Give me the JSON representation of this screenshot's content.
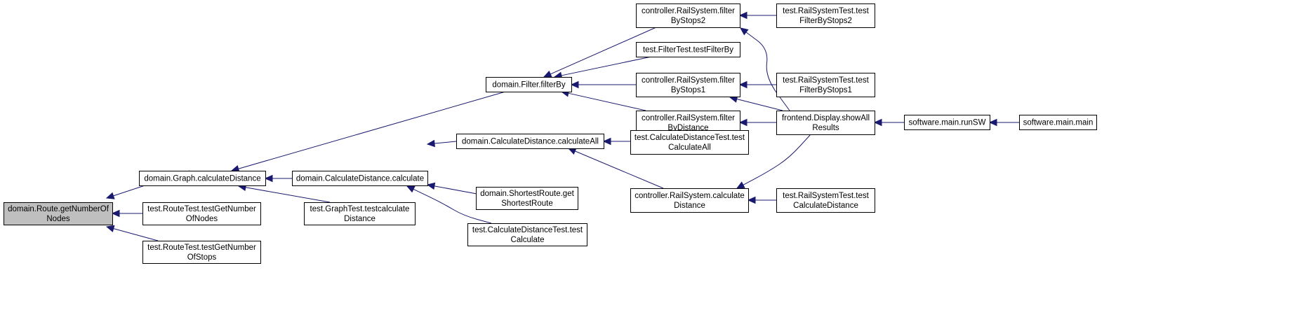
{
  "graph": {
    "focus_node": "domain.Route.getNumberOfNodes",
    "colors": {
      "edge": "#191970",
      "focus_fill": "#bfbfbf",
      "node_fill": "#ffffff",
      "node_border": "#000000"
    },
    "nodes": [
      {
        "id": "n0",
        "lines": [
          "domain.Route.getNumberOf",
          "Nodes"
        ]
      },
      {
        "id": "n1",
        "lines": [
          "domain.Graph.calculateDistance"
        ]
      },
      {
        "id": "n2",
        "lines": [
          "test.RouteTest.testGetNumber",
          "OfNodes"
        ]
      },
      {
        "id": "n3",
        "lines": [
          "test.RouteTest.testGetNumber",
          "OfStops"
        ]
      },
      {
        "id": "n4",
        "lines": [
          "domain.Filter.filterBy"
        ]
      },
      {
        "id": "n5",
        "lines": [
          "domain.CalculateDistance.calculate"
        ]
      },
      {
        "id": "n6",
        "lines": [
          "test.GraphTest.testcalculate",
          "Distance"
        ]
      },
      {
        "id": "n7",
        "lines": [
          "controller.RailSystem.filter",
          "ByStops2"
        ]
      },
      {
        "id": "n8",
        "lines": [
          "test.FilterTest.testFilterBy"
        ]
      },
      {
        "id": "n9",
        "lines": [
          "controller.RailSystem.filter",
          "ByStops1"
        ]
      },
      {
        "id": "n10",
        "lines": [
          "controller.RailSystem.filter",
          "ByDistance"
        ]
      },
      {
        "id": "n11",
        "lines": [
          "domain.CalculateDistance.calculateAll"
        ]
      },
      {
        "id": "n12",
        "lines": [
          "domain.ShortestRoute.get",
          "ShortestRoute"
        ]
      },
      {
        "id": "n13",
        "lines": [
          "test.CalculateDistanceTest.test",
          "Calculate"
        ]
      },
      {
        "id": "n14",
        "lines": [
          "test.CalculateDistanceTest.test",
          "CalculateAll"
        ]
      },
      {
        "id": "n15",
        "lines": [
          "controller.RailSystem.calculate",
          "Distance"
        ]
      },
      {
        "id": "n16",
        "lines": [
          "test.RailSystemTest.test",
          "FilterByStops2"
        ]
      },
      {
        "id": "n17",
        "lines": [
          "test.RailSystemTest.test",
          "FilterByStops1"
        ]
      },
      {
        "id": "n18",
        "lines": [
          "frontend.Display.showAll",
          "Results"
        ]
      },
      {
        "id": "n19",
        "lines": [
          "test.RailSystemTest.test",
          "CalculateDistance"
        ]
      },
      {
        "id": "n20",
        "lines": [
          "software.main.runSW"
        ]
      },
      {
        "id": "n21",
        "lines": [
          "software.main.main"
        ]
      }
    ],
    "edges": [
      {
        "from": "n1",
        "to": "n0"
      },
      {
        "from": "n2",
        "to": "n0"
      },
      {
        "from": "n3",
        "to": "n0"
      },
      {
        "from": "n4",
        "to": "n1"
      },
      {
        "from": "n5",
        "to": "n1"
      },
      {
        "from": "n6",
        "to": "n1"
      },
      {
        "from": "n7",
        "to": "n4"
      },
      {
        "from": "n8",
        "to": "n4"
      },
      {
        "from": "n9",
        "to": "n4"
      },
      {
        "from": "n10",
        "to": "n4"
      },
      {
        "from": "n11",
        "to": "n5"
      },
      {
        "from": "n12",
        "to": "n5"
      },
      {
        "from": "n13",
        "to": "n5"
      },
      {
        "from": "n14",
        "to": "n11"
      },
      {
        "from": "n15",
        "to": "n11"
      },
      {
        "from": "n16",
        "to": "n7"
      },
      {
        "from": "n18",
        "to": "n7"
      },
      {
        "from": "n17",
        "to": "n9"
      },
      {
        "from": "n18",
        "to": "n9"
      },
      {
        "from": "n18",
        "to": "n10"
      },
      {
        "from": "n19",
        "to": "n15"
      },
      {
        "from": "n18",
        "to": "n15"
      },
      {
        "from": "n20",
        "to": "n18"
      },
      {
        "from": "n21",
        "to": "n20"
      }
    ]
  }
}
